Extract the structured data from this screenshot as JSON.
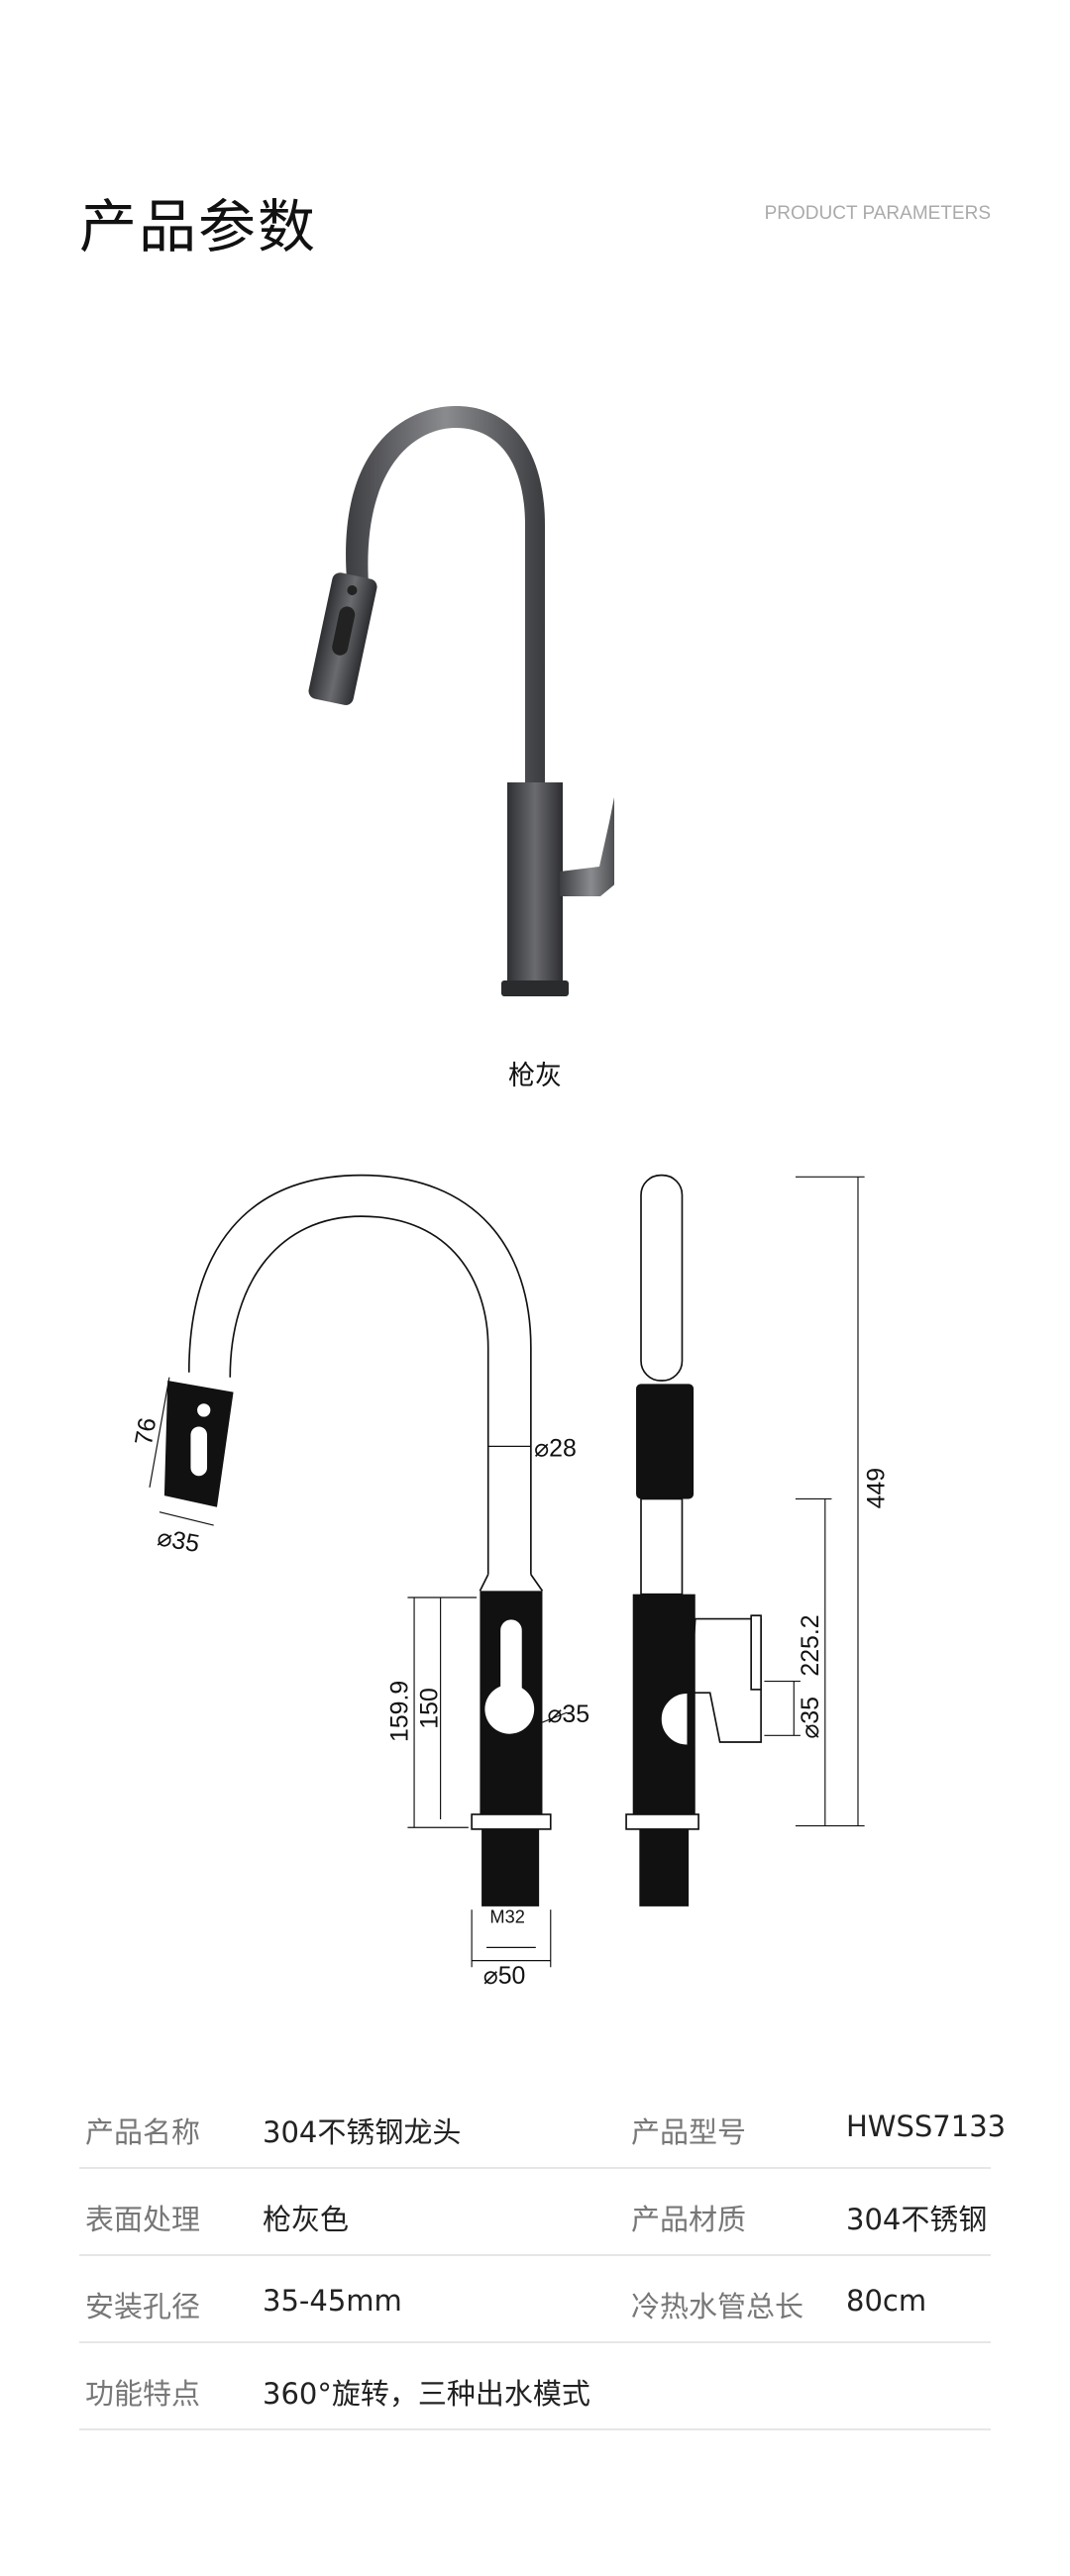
{
  "header": {
    "title": "产品参数",
    "subtitle": "PRODUCT PARAMETERS"
  },
  "product_photo": {
    "caption": "枪灰",
    "color": "#5a5b5e"
  },
  "drawing": {
    "dims": {
      "spray_length": "76",
      "spray_diameter": "⌀35",
      "pipe_diameter": "⌀28",
      "body_height_a": "159.9",
      "body_height_b": "150",
      "handle_diameter": "⌀35",
      "thread": "M32",
      "base_diameter": "⌀50",
      "total_height": "449",
      "handle_height": "225.2",
      "side_handle_diameter": "⌀35"
    }
  },
  "specs": {
    "rows": [
      {
        "label1": "产品名称",
        "value1": "304不锈钢龙头",
        "label2": "产品型号",
        "value2": "HWSS7133"
      },
      {
        "label1": "表面处理",
        "value1": "枪灰色",
        "label2": "产品材质",
        "value2": "304不锈钢"
      },
      {
        "label1": "安装孔径",
        "value1": "35-45mm",
        "label2": "冷热水管总长",
        "value2": "80cm"
      },
      {
        "label1": "功能特点",
        "value1": "360°旋转，三种出水模式"
      }
    ]
  }
}
